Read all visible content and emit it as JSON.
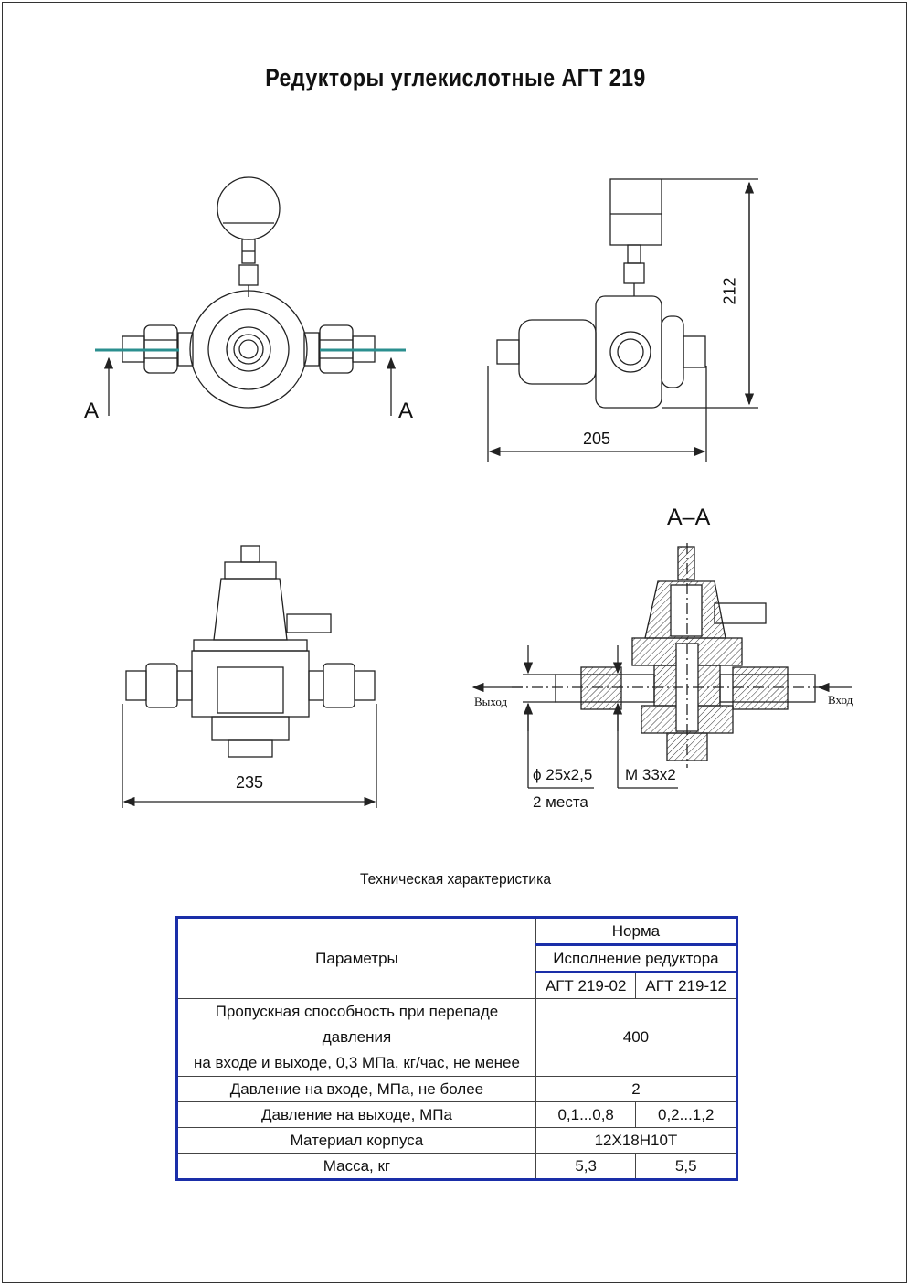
{
  "title": "Редукторы углекислотные АГТ 219",
  "drawing": {
    "section_marker_left": "А",
    "section_marker_right": "А",
    "section_title": "А–А",
    "dim_height": "212",
    "dim_width_side": "205",
    "dim_width_bottom": "235",
    "outlet_label": "Выход",
    "inlet_label": "Вход",
    "pipe_dim": "ϕ 25х2,5",
    "pipe_count": "2 места",
    "thread_dim": "М 33х2"
  },
  "table_caption": "Техническая характеристика",
  "table": {
    "header_params": "Параметры",
    "header_norm": "Норма",
    "header_version": "Исполнение редуктора",
    "col_a": "АГТ 219-02",
    "col_b": "АГТ 219-12",
    "rows": [
      {
        "param_line1": "Пропускная способность при перепаде давления",
        "param_line2": "на входе и выходе, 0,3 МПа, кг/час, не менее",
        "value": "400"
      },
      {
        "param": "Давление на входе, МПа, не более",
        "value": "2"
      },
      {
        "param": "Давление на выходе, МПа",
        "a": "0,1...0,8",
        "b": "0,2...1,2"
      },
      {
        "param": "Материал корпуса",
        "value": "12Х18Н10Т"
      },
      {
        "param": "Масса, кг",
        "a": "5,3",
        "b": "5,5"
      }
    ]
  }
}
